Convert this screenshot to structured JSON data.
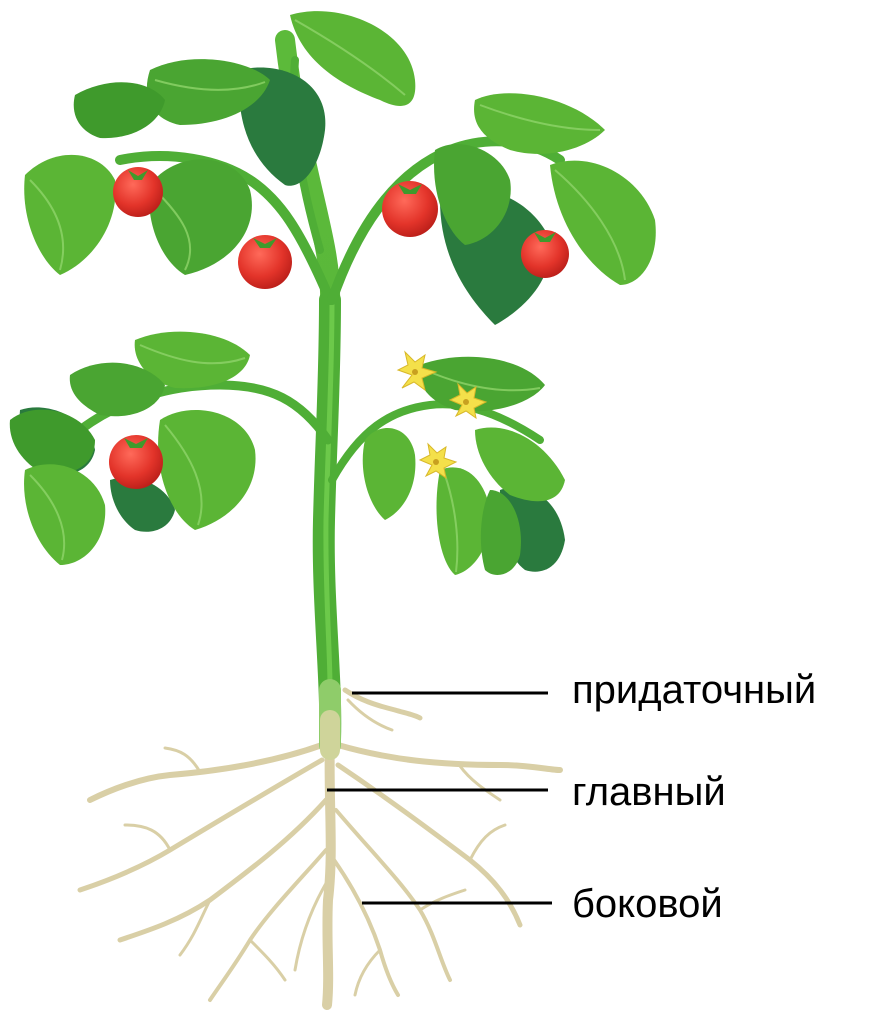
{
  "labels": {
    "adventitious": "придаточный",
    "main": "главный",
    "lateral": "боковой"
  },
  "colors": {
    "leaf_light": "#5bb535",
    "leaf_mid": "#3f9a2c",
    "leaf_dark": "#2a7a3e",
    "stem": "#4fae36",
    "tomato": "#e3342a",
    "flower": "#f4e04a",
    "root": "#d9cfa6",
    "leader_line": "#000000"
  }
}
